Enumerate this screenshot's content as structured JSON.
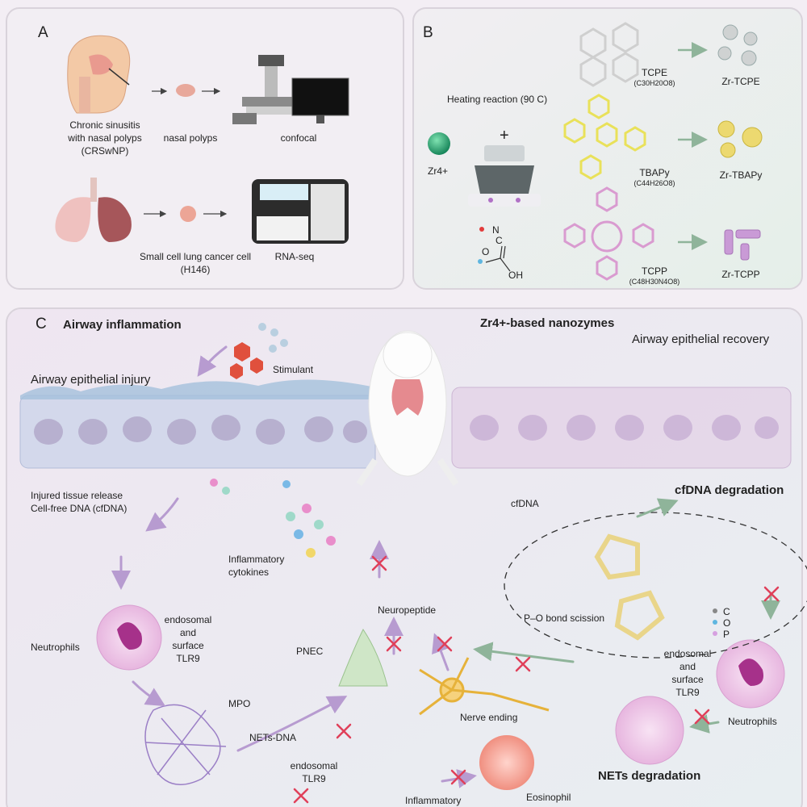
{
  "panel_a": {
    "letter": "A",
    "crswnp_line1": "Chronic sinusitis",
    "crswnp_line2": "with nasal polyps",
    "crswnp_line3": "(CRSwNP)",
    "nasal_polyps": "nasal polyps",
    "confocal": "confocal",
    "sclc_line1": "Small cell lung cancer cell",
    "sclc_line2": "(H146)",
    "rnaseq": "RNA-seq"
  },
  "panel_b": {
    "letter": "B",
    "heating": "Heating reaction (90 C)",
    "plus": "+",
    "zr": "Zr4+",
    "legend_n": "N",
    "legend_c": "C",
    "legend_o": "O",
    "legend_oh": "OH",
    "tcpe": "TCPE",
    "tcpe_formula": "(C30H20O8)",
    "tbapy": "TBAPy",
    "tbapy_formula": "(C44H26O8)",
    "tcpp": "TCPP",
    "tcpp_formula": "(C48H30N4O8)",
    "zr_tcpe": "Zr-TCPE",
    "zr_tbapy": "Zr-TBAPy",
    "zr_tcpp": "Zr-TCPP"
  },
  "panel_c": {
    "letter": "C",
    "airway_inflammation": "Airway inflammation",
    "zr_nanozymes": "Zr4+-based nanozymes",
    "airway_recovery": "Airway epithelial recovery",
    "airway_injury": "Airway epithelial injury",
    "stimulant": "Stimulant",
    "injured_line1": "Injured tissue release",
    "injured_line2": "Cell-free DNA (cfDNA)",
    "cytokines_line1": "Inflammatory",
    "cytokines_line2": "cytokines",
    "neuropeptide": "Neuropeptide",
    "cfdna": "cfDNA",
    "cfdna_degradation": "cfDNA degradation",
    "po_scission": "P–O bond scission",
    "legend_c": "C",
    "legend_o": "O",
    "legend_p": "P",
    "neutrophils_left": "Neutrophils",
    "tlr9_left_1": "endosomal",
    "tlr9_left_2": "and",
    "tlr9_left_3": "surface",
    "tlr9_left_4": "TLR9",
    "pnec": "PNEC",
    "mpo": "MPO",
    "nets_dna": "NETs-DNA",
    "endosomal_tlr9_1": "endosomal",
    "endosomal_tlr9_2": "TLR9",
    "nerve_ending": "Nerve ending",
    "tlr9_right_1": "endosomal",
    "tlr9_right_2": "and",
    "tlr9_right_3": "surface",
    "tlr9_right_4": "TLR9",
    "neutrophils_right": "Neutrophils",
    "nets_degradation": "NETs degradation",
    "inflammatory_bottom": "Inflammatory",
    "eosinophil": "Eosinophil"
  },
  "colors": {
    "panel_bg": "#f2eef3",
    "panel_border": "#d9d3db",
    "arrow_purple": "#b79bd0",
    "arrow_green": "#8fb49a",
    "x_red": "#e0405a",
    "tcpe_gray": "#cfcfcf",
    "tbapy_yellow": "#e9e15a",
    "tcpp_pink": "#d99bd0",
    "zr_green": "#1f9a66"
  }
}
